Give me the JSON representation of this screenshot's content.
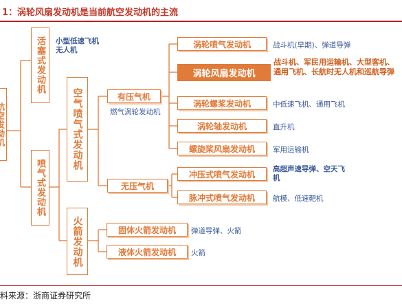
{
  "title": "1：涡轮风扇发动机是当前航空发动机的主流",
  "source": "料来源：浙商证券研究所",
  "root": "航空发动机",
  "level1": {
    "piston": "活塞式发动机",
    "jet": "喷气式发动机"
  },
  "piston_note": "小型低速飞机\n无人机",
  "level2": {
    "airbreathing": "空气喷气式发动机",
    "rocket": "火箭发动机"
  },
  "level3": {
    "with_compressor": "有压气机",
    "without_compressor": "无压气机",
    "solid": "固体火箭发动机",
    "liquid": "液体火箭发动机"
  },
  "gas_turbine_label": "燃气涡轮发动机",
  "engines": [
    {
      "name": "涡轮喷气发动机",
      "use": "战斗机(早期)、弹道导弹"
    },
    {
      "name": "涡轮风扇发动机",
      "use": "战斗机、军民用运输机、大型客机、通用飞机、长航时无人机和巡航导弹"
    },
    {
      "name": "涡轮螺桨发动机",
      "use": "中低速飞机、通用飞机"
    },
    {
      "name": "涡轮轴发动机",
      "use": "直升机"
    },
    {
      "name": "螺旋桨风扇发动机",
      "use": "军用运输机"
    },
    {
      "name": "冲压式喷气发动机",
      "use": "高超声速导弹、空天飞机"
    },
    {
      "name": "脉冲式喷气发动机",
      "use": "航模、低速靶机"
    }
  ],
  "rockets": [
    {
      "use": "弹道导弹、火箭"
    },
    {
      "use": "火箭"
    }
  ]
}
